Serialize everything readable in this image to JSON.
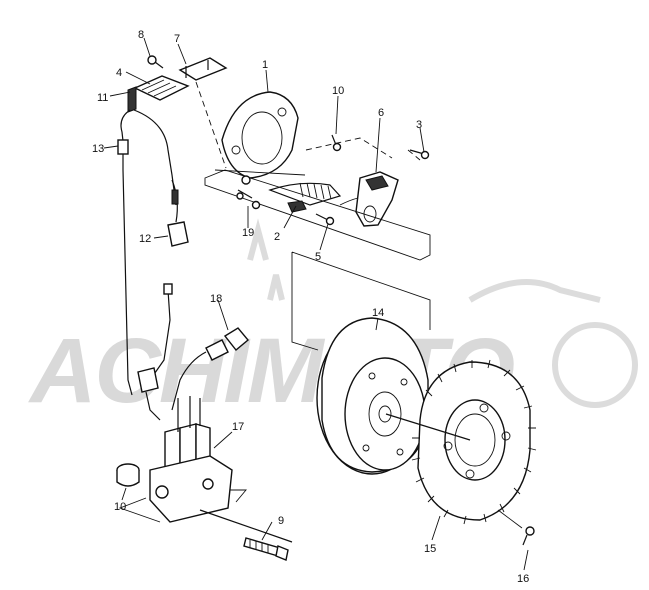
{
  "diagram": {
    "watermark": "ACHIMOTO",
    "callouts": [
      {
        "id": "part-1",
        "label": "1"
      },
      {
        "id": "part-2",
        "label": "2"
      },
      {
        "id": "part-3",
        "label": "3"
      },
      {
        "id": "part-4",
        "label": "4"
      },
      {
        "id": "part-5",
        "label": "5"
      },
      {
        "id": "part-6",
        "label": "6"
      },
      {
        "id": "part-7",
        "label": "7"
      },
      {
        "id": "part-8",
        "label": "8"
      },
      {
        "id": "part-9",
        "label": "9"
      },
      {
        "id": "part-10-top",
        "label": "10"
      },
      {
        "id": "part-10-bottom",
        "label": "10"
      },
      {
        "id": "part-11",
        "label": "11"
      },
      {
        "id": "part-12",
        "label": "12"
      },
      {
        "id": "part-13",
        "label": "13"
      },
      {
        "id": "part-14",
        "label": "14"
      },
      {
        "id": "part-15",
        "label": "15"
      },
      {
        "id": "part-16",
        "label": "16"
      },
      {
        "id": "part-17",
        "label": "17"
      },
      {
        "id": "part-18",
        "label": "18"
      },
      {
        "id": "part-19",
        "label": "19"
      }
    ]
  }
}
